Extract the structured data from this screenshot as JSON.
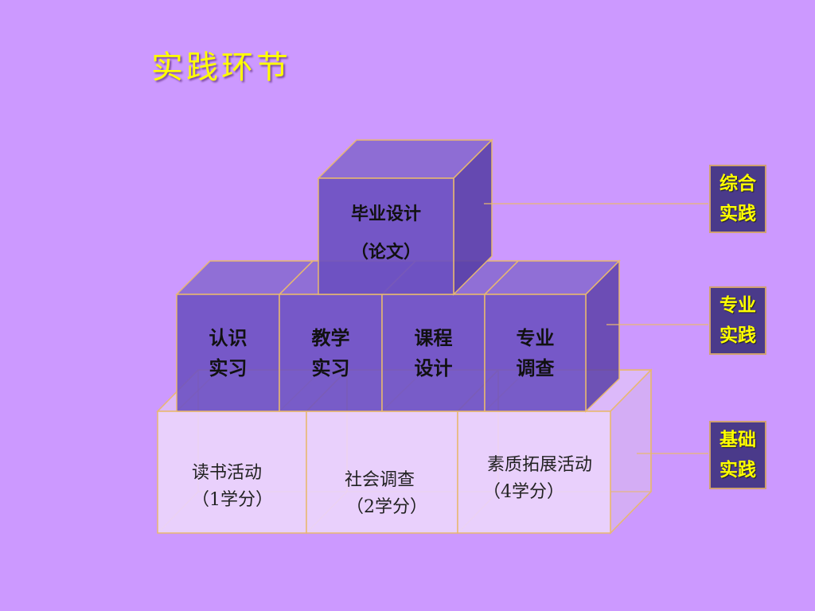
{
  "title": "实践环节",
  "top_cube": {
    "line1": "毕业设计",
    "line2": "（论文）"
  },
  "middle_cubes": [
    {
      "line1": "认识",
      "line2": "实习"
    },
    {
      "line1": "教学",
      "line2": "实习"
    },
    {
      "line1": "课程",
      "line2": "设计"
    },
    {
      "line1": "专业",
      "line2": "调查"
    }
  ],
  "base_cubes": [
    {
      "line1": "读书活动",
      "line2": "（1学分）"
    },
    {
      "line1": "社会调查",
      "line2": "（2学分）"
    },
    {
      "line1": "素质拓展活动",
      "line2": "（4学分）"
    }
  ],
  "side_labels": [
    {
      "line1": "综合",
      "line2": "实践"
    },
    {
      "line1": "专业",
      "line2": "实践"
    },
    {
      "line1": "基础",
      "line2": "实践"
    }
  ],
  "colors": {
    "background": "#cc99ff",
    "title": "#ffff00",
    "cube_front_dark": "#6a4fc0",
    "cube_front_light": "#ecd6fc",
    "edge": "#e8b870",
    "side_box": "#4a3a8a",
    "side_text": "#ffff00"
  }
}
